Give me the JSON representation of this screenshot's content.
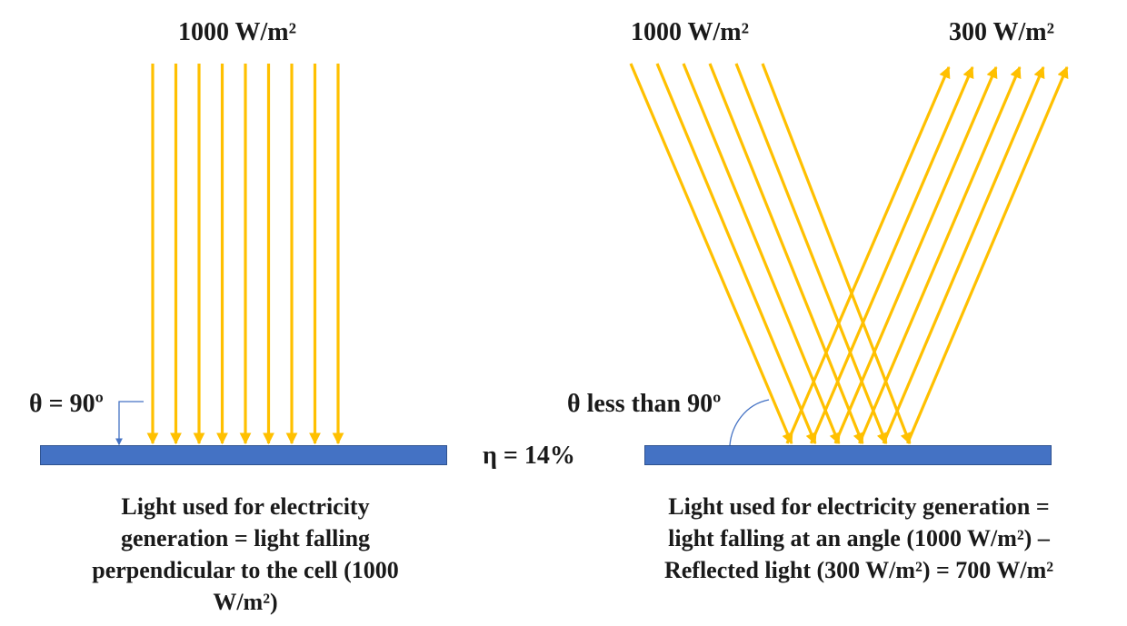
{
  "left": {
    "title": "1000 W/m²",
    "angle_label": "θ = 90º",
    "ray_count": 9,
    "caption": "Light used for electricity generation = light falling perpendicular to the cell (1000 W/m²)"
  },
  "center": {
    "efficiency_label": "η = 14%"
  },
  "right": {
    "incident_title": "1000 W/m²",
    "reflected_title": "300 W/m²",
    "angle_label": "θ less than 90º",
    "ray_count": 6,
    "caption": "Light used for electricity generation = light falling at an angle (1000 W/m²) – Reflected light (300 W/m²) = 700 W/m²"
  },
  "colors": {
    "ray": "#ffc000",
    "panel": "#4472c4",
    "panel_border": "#2f528f",
    "angle_marker": "#4472c4"
  }
}
